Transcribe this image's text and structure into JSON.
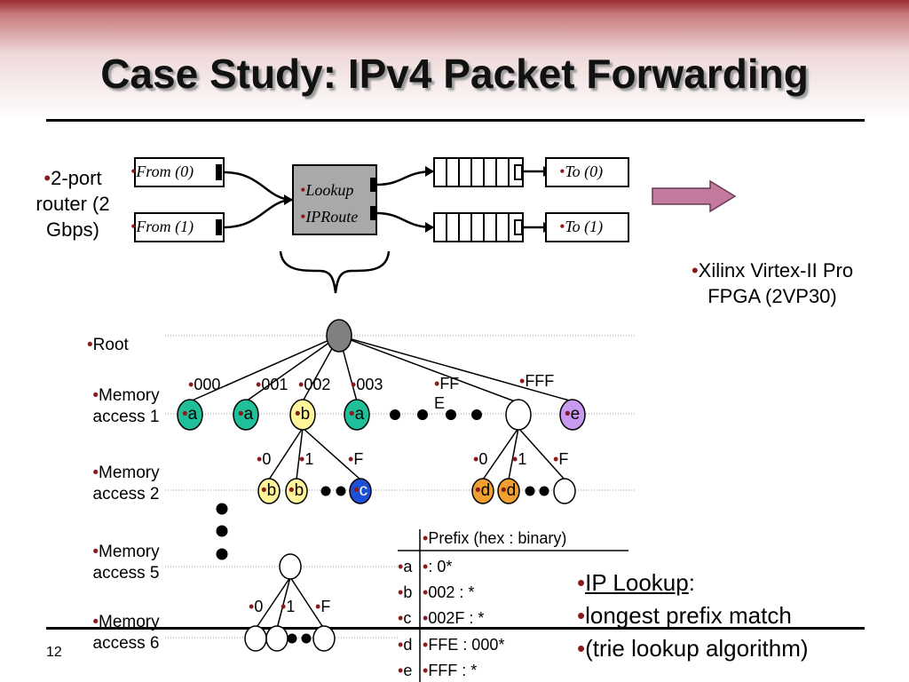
{
  "title": "Case Study: IPv4 Packet Forwarding",
  "page_number": "12",
  "bullet": "•",
  "router": {
    "description_lines": [
      "2-port",
      "router (2",
      "Gbps)"
    ],
    "inputs": [
      "From (0)",
      "From (1)"
    ],
    "lookup_lines": [
      "Lookup",
      "IPRoute"
    ],
    "outputs": [
      "To (0)",
      "To (1)"
    ]
  },
  "fpga_lines": [
    "Xilinx Virtex-II Pro",
    "FPGA (2VP30)"
  ],
  "levels": {
    "root": "Root",
    "mem1": [
      "Memory",
      "access 1"
    ],
    "mem2": [
      "Memory",
      "access 2"
    ],
    "mem5": [
      "Memory",
      "access 5"
    ],
    "mem6": [
      "Memory",
      "access 6"
    ]
  },
  "trie": {
    "level1_labels": [
      "000",
      "001",
      "002",
      "003",
      "FF",
      "E",
      "FFF"
    ],
    "level1_nodes": [
      "a",
      "a",
      "b",
      "a",
      "e"
    ],
    "level2_labels_left": [
      "0",
      "1",
      "F"
    ],
    "level2_labels_right": [
      "0",
      "1",
      "F"
    ],
    "level2_nodes_left": [
      "b",
      "b",
      "c"
    ],
    "level2_nodes_right": [
      "d",
      "d"
    ],
    "level6_labels": [
      "0",
      "1",
      "F"
    ]
  },
  "prefix_table": {
    "header": "Prefix (hex : binary)",
    "rows": [
      {
        "key": "a",
        "value": ": 0*"
      },
      {
        "key": "b",
        "value": "002 : *"
      },
      {
        "key": "c",
        "value": "002F : *"
      },
      {
        "key": "d",
        "value": "FFE : 000*"
      },
      {
        "key": "e",
        "value": "FFF : *"
      }
    ]
  },
  "notes": {
    "ip_lookup": "IP Lookup",
    "colon": ":",
    "line2": "longest prefix match",
    "line3": "(trie lookup algorithm)"
  },
  "colors": {
    "a": "#1fbf9a",
    "b": "#fff59a",
    "c": "#1e4fd8",
    "d": "#f0a030",
    "e": "#c79af0",
    "root": "#808080",
    "lookup_box": "#a9a9a9",
    "arrow": "#c47a9f",
    "bullet": "#8b1a1a"
  }
}
